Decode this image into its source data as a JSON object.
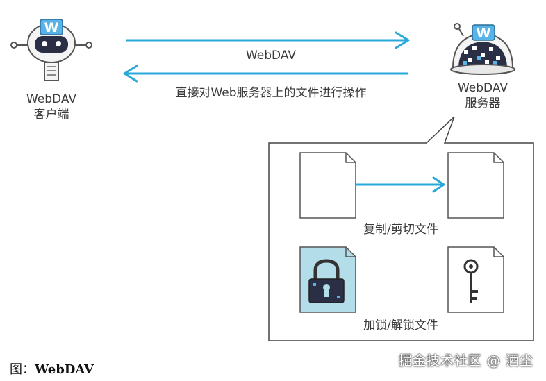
{
  "client": {
    "line1": "WebDAV",
    "line2": "客户端",
    "badge": "W"
  },
  "server": {
    "line1": "WebDAV",
    "line2": "服务器",
    "badge": "W"
  },
  "arrows": {
    "top_label": "WebDAV",
    "bottom_label": "直接对Web服务器上的文件进行操作"
  },
  "panel": {
    "copy_label": "复制/剪切文件",
    "lock_label": "加锁/解锁文件"
  },
  "caption": {
    "prefix": "图：",
    "title": "WebDAV"
  },
  "watermark": "掘金技术社区 @ 酒尘",
  "colors": {
    "arrow": "#29a9d9",
    "lock_fill": "#b3dde8",
    "robot_dark": "#2a2f45",
    "badge": "#5ab3e6"
  }
}
